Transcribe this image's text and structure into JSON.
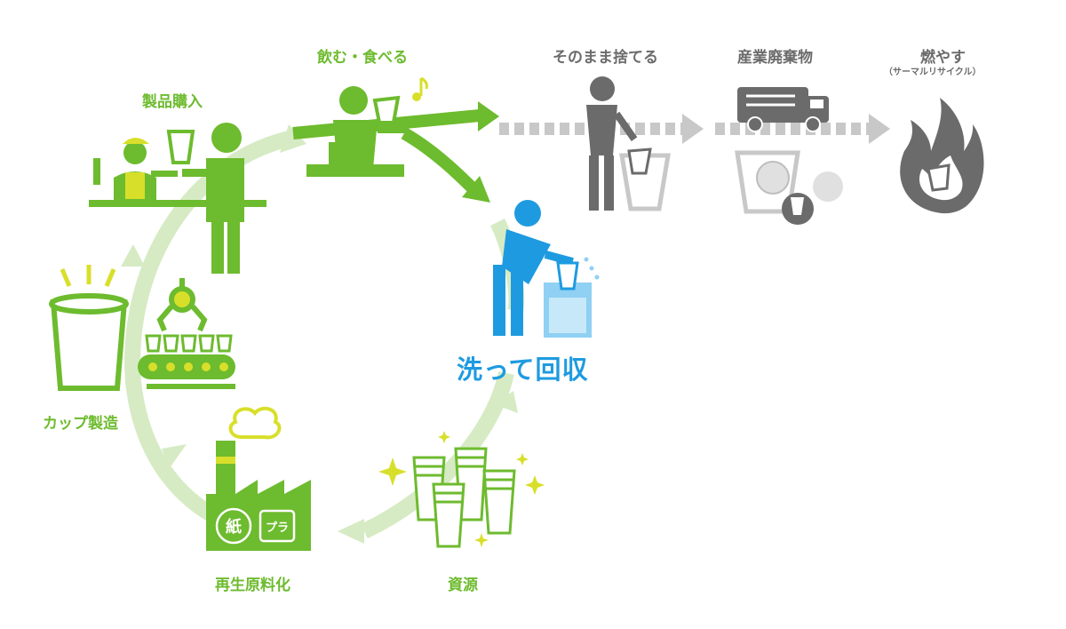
{
  "labels": {
    "drink_eat": "飲む・食べる",
    "purchase": "製品購入",
    "cup_making": "カップ製造",
    "recycled_material": "再生原料化",
    "resource": "資源",
    "wash_collect": "洗って回収",
    "throw_away": "そのまま捨てる",
    "industrial_waste": "産業廃棄物",
    "burn": "燃やす",
    "thermal_recycle": "（サーマルリサイクル）",
    "paper_mark": "紙",
    "plastic_mark": "プラ"
  },
  "colors": {
    "green": "#6dbb2e",
    "light_green": "#d6ebc4",
    "yellow": "#d8df2a",
    "blue": "#1e9be0",
    "light_blue": "#8fd0f3",
    "gray": "#6b6b6b",
    "light_gray": "#c8c8c8"
  },
  "icons": [
    "music-note-icon",
    "sparkle-icon",
    "flame-icon",
    "truck-icon",
    "trash-bin-icon",
    "recycle-icon"
  ]
}
